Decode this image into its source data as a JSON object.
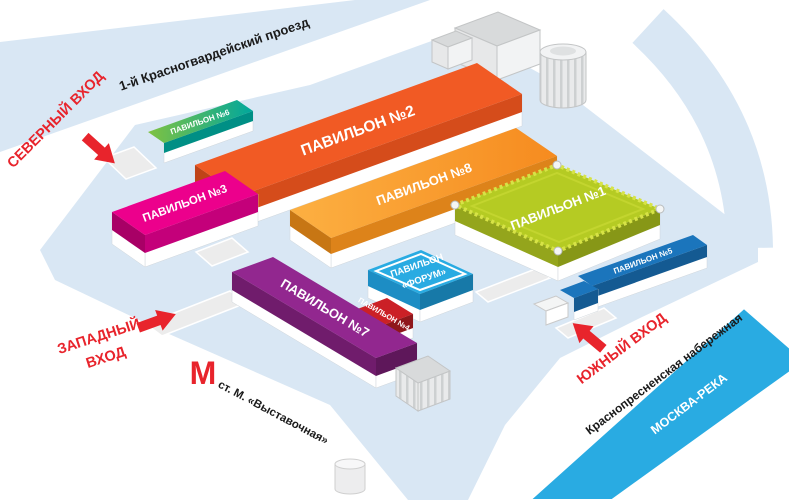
{
  "map": {
    "streets": {
      "top": "1-й Красногвардейский проезд",
      "embankment": "Краснопресненская набережная",
      "river": "МОСКВА-РЕКА"
    },
    "entrances": {
      "north": "СЕВЕРНЫЙ ВХОД",
      "west_line1": "ЗАПАДНЫЙ",
      "west_line2": "ВХОД",
      "south": "ЮЖНЫЙ ВХОД"
    },
    "metro": {
      "symbol": "М",
      "station": "ст. М. «Выставочная»"
    },
    "pavilions": {
      "p1": {
        "label": "ПАВИЛЬОН №1",
        "color": "#b5cb23"
      },
      "p2": {
        "label": "ПАВИЛЬОН №2",
        "color": "#f15a24"
      },
      "p3": {
        "label": "ПАВИЛЬОН №3",
        "color": "#ec008c"
      },
      "p4": {
        "label": "ПАВИЛЬОН №4",
        "color": "#cb2026"
      },
      "p5": {
        "label": "ПАВИЛЬОН №5",
        "color": "#1b75bc"
      },
      "p6": {
        "label": "ПАВИЛЬОН №6",
        "color": "#00a79d",
        "color2": "#7fc241"
      },
      "p7": {
        "label": "ПАВИЛЬОН №7",
        "color": "#92278f"
      },
      "p8": {
        "label": "ПАВИЛЬОН №8",
        "color": "#f68b1f",
        "color2": "#fcb042"
      },
      "forum": {
        "label_line1": "ПАВИЛЬОН",
        "label_line2": "«ФОРУМ»",
        "color": "#29abe2"
      }
    },
    "colors": {
      "road": "#d9e7f4",
      "river": "#29abe2",
      "entrance_red": "#e8242c"
    }
  }
}
